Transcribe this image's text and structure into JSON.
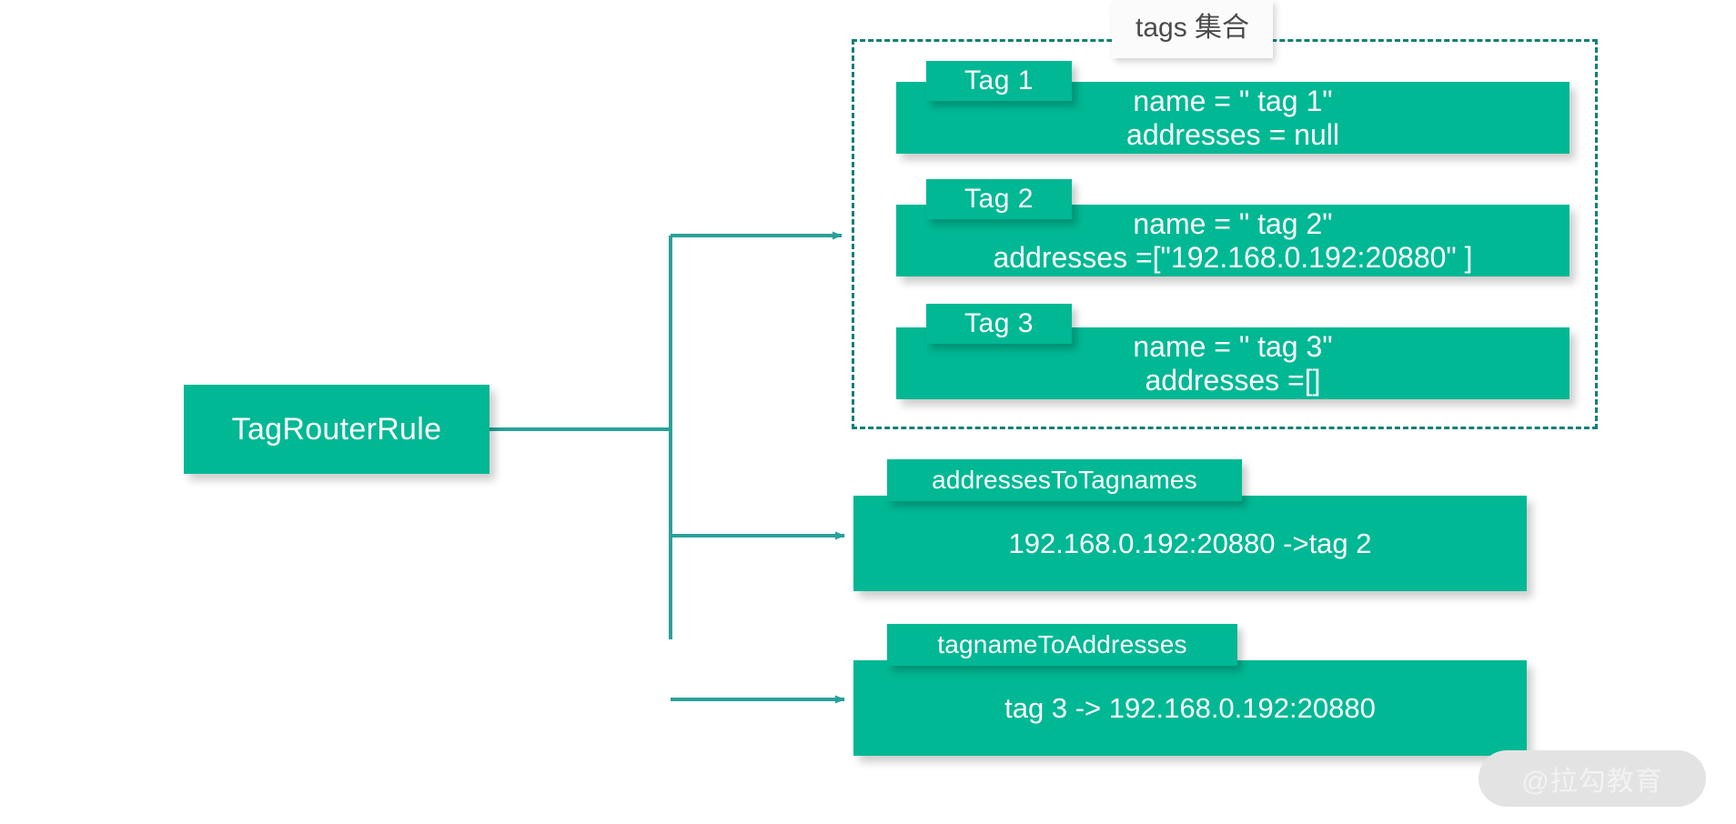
{
  "diagram": {
    "root": {
      "label": "TagRouterRule"
    },
    "group": {
      "title": "tags 集合",
      "tags": [
        {
          "tab": "Tag 1",
          "line1": "name = \" tag 1\"",
          "line2": "addresses = null"
        },
        {
          "tab": "Tag 2",
          "line1": "name = \" tag 2\"",
          "line2": "addresses =[\"192.168.0.192:20880\" ]"
        },
        {
          "tab": "Tag 3",
          "line1": "name = \" tag 3\"",
          "line2": "addresses =[]"
        }
      ]
    },
    "maps": [
      {
        "tab": "addressesToTagnames",
        "line1": "192.168.0.192:20880 ->tag 2"
      },
      {
        "tab": "tagnameToAddresses",
        "line1": "tag 3 -> 192.168.0.192:20880"
      }
    ],
    "watermark": "@拉勾教育"
  },
  "colors": {
    "block_fill": "#00b894",
    "connector": "#2aa199",
    "group_border": "#0f8074",
    "title_text": "#4a4a4a",
    "block_text": "#ffffff",
    "watermark_pill": "#e3e3e3",
    "watermark_text": "#f2f2f2",
    "background": "#ffffff"
  }
}
